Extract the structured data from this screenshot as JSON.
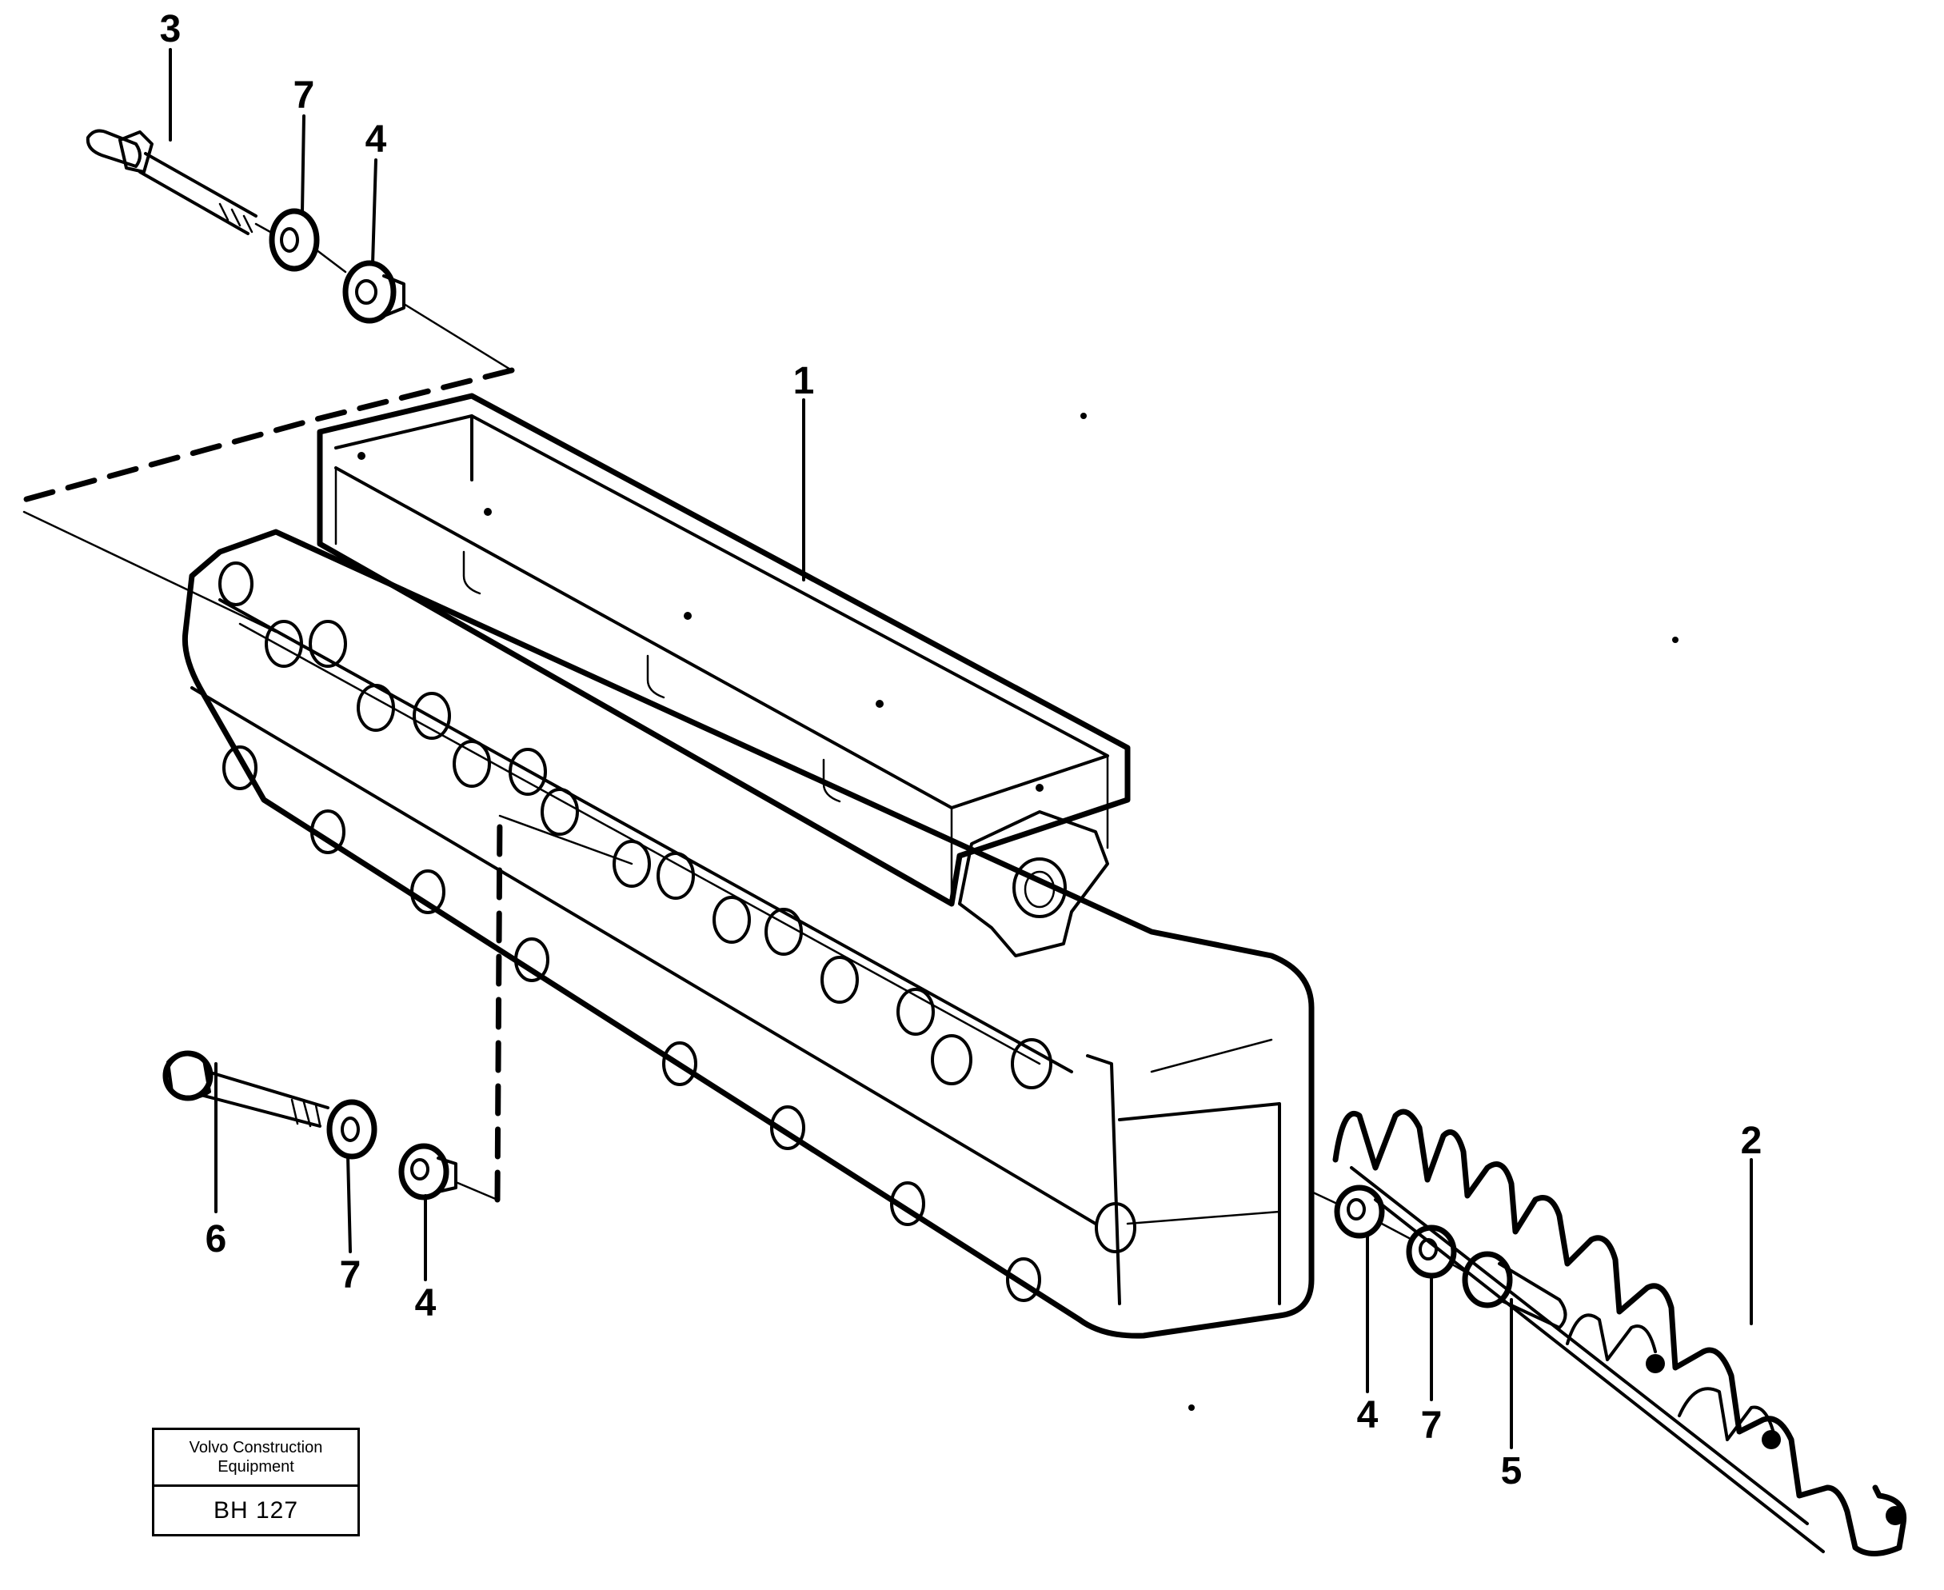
{
  "callouts": [
    {
      "id": "c1",
      "label": "1"
    },
    {
      "id": "c2",
      "label": "2"
    },
    {
      "id": "c3",
      "label": "3"
    },
    {
      "id": "c4a",
      "label": "4"
    },
    {
      "id": "c4b",
      "label": "4"
    },
    {
      "id": "c4c",
      "label": "4"
    },
    {
      "id": "c5",
      "label": "5"
    },
    {
      "id": "c6",
      "label": "6"
    },
    {
      "id": "c7a",
      "label": "7"
    },
    {
      "id": "c7b",
      "label": "7"
    },
    {
      "id": "c7c",
      "label": "7"
    }
  ],
  "stamp": {
    "line1": "Volvo Construction",
    "line2": "Equipment",
    "code": "BH 127"
  }
}
